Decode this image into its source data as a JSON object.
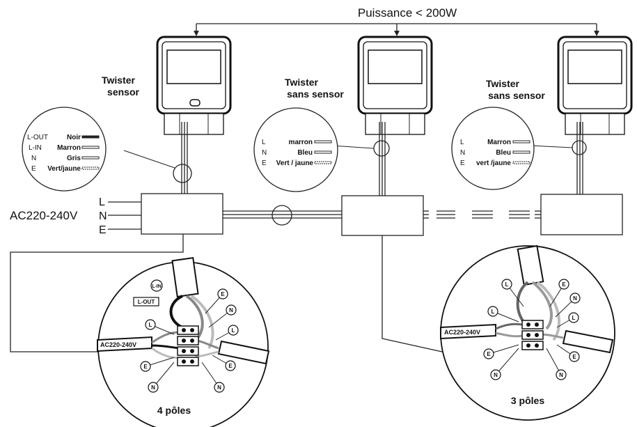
{
  "power_label": "Puissance < 200W",
  "lamps": [
    {
      "title1": "Twister",
      "title2": "sensor"
    },
    {
      "title1": "Twister",
      "title2": "sans sensor"
    },
    {
      "title1": "Twister",
      "title2": "sans sensor"
    }
  ],
  "supply": {
    "label": "AC220-240V",
    "l": "L",
    "n": "N",
    "e": "E"
  },
  "callout1": {
    "codes": [
      "L-OUT",
      "L-IN",
      "N",
      "E"
    ],
    "colors": [
      "Noir",
      "Marron",
      "Gris",
      "Vert/jaune"
    ]
  },
  "callout2": {
    "codes": [
      "L",
      "N",
      "E"
    ],
    "colors": [
      "marron",
      "Bleu",
      "Vert / jaune"
    ]
  },
  "callout3": {
    "codes": [
      "L",
      "N",
      "E"
    ],
    "colors": [
      "Marron",
      "Bleu",
      "vert /jaune"
    ]
  },
  "detail1": {
    "caption": "4 pôles",
    "cable_label": "AC220-240V",
    "tag_lin": "L-IN",
    "tag_lout": "L-OUT",
    "markers": [
      "E",
      "N",
      "L",
      "L",
      "E",
      "N",
      "E",
      "N"
    ]
  },
  "detail2": {
    "caption": "3 pôles",
    "cable_label": "AC220-240V",
    "markers": [
      "L",
      "E",
      "N",
      "L",
      "L",
      "E",
      "N",
      "E",
      "N"
    ]
  }
}
